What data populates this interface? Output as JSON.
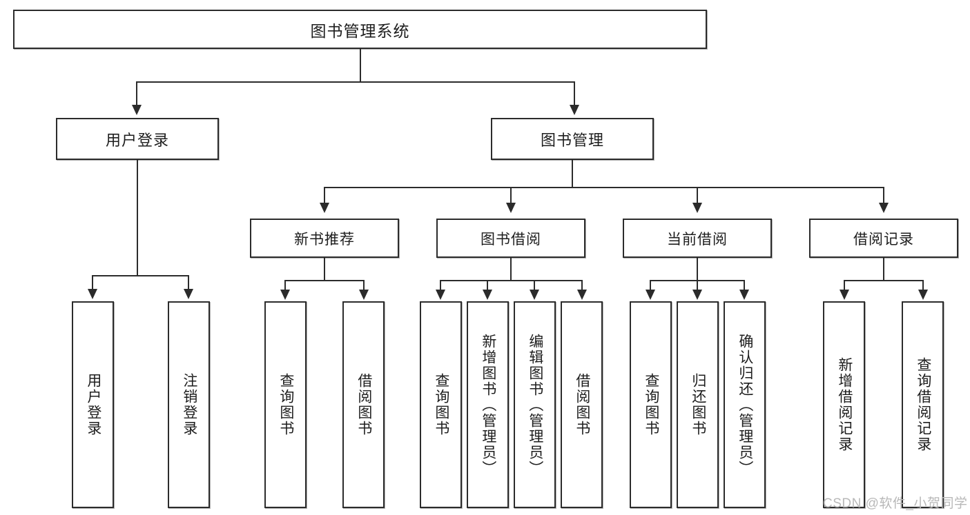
{
  "diagram": {
    "title": "图书管理系统",
    "root": {
      "label": "图书管理系统"
    },
    "level1": [
      {
        "label": "用户登录"
      },
      {
        "label": "图书管理"
      }
    ],
    "level2": [
      {
        "label": "新书推荐"
      },
      {
        "label": "图书借阅"
      },
      {
        "label": "当前借阅"
      },
      {
        "label": "借阅记录"
      }
    ],
    "leaves": {
      "user_login": [
        {
          "label": "用户登录"
        },
        {
          "label": "注销登录"
        }
      ],
      "new_book": [
        {
          "label": "查询图书"
        },
        {
          "label": "借阅图书"
        }
      ],
      "book_borrow": [
        {
          "label": "查询图书"
        },
        {
          "label": "新增图书（管理员）"
        },
        {
          "label": "编辑图书（管理员）"
        },
        {
          "label": "借阅图书"
        }
      ],
      "current_borrow": [
        {
          "label": "查询图书"
        },
        {
          "label": "归还图书"
        },
        {
          "label": "确认归还（管理员）"
        }
      ],
      "borrow_record": [
        {
          "label": "新增借阅记录"
        },
        {
          "label": "查询借阅记录"
        }
      ]
    }
  },
  "watermark": {
    "text": "CSDN @软件_小贺同学"
  },
  "colors": {
    "stroke": "#2b2b2b",
    "fill": "#ffffff",
    "text": "#1d1d1d",
    "watermark": "#b8b8b8"
  }
}
